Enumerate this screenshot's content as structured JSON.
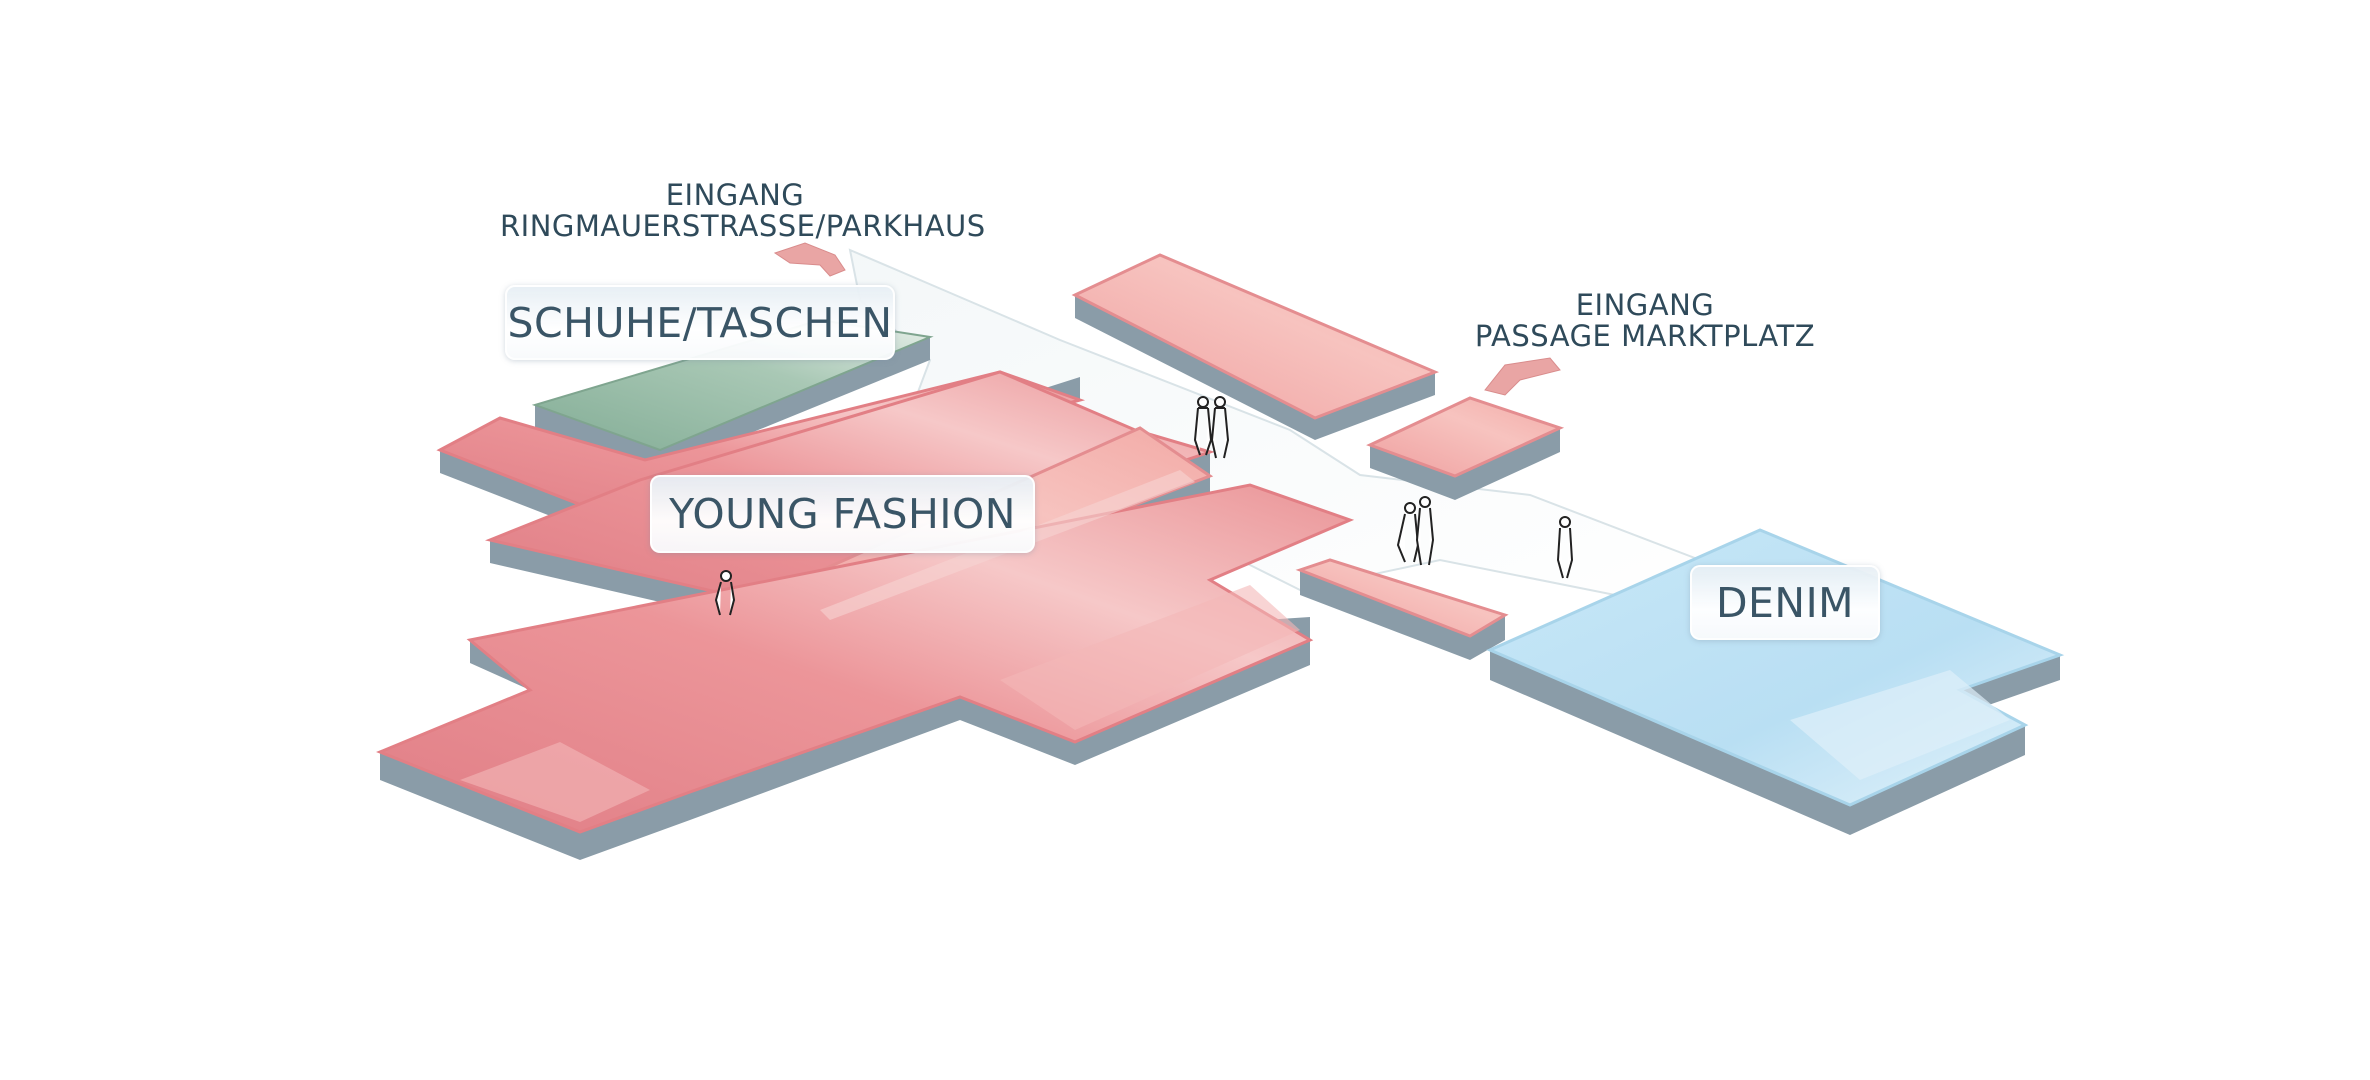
{
  "entrances": {
    "ringmauer": {
      "line1": "EINGANG",
      "line2": "RINGMAUERSTRASSE/PARKHAUS"
    },
    "passage": {
      "line1": "EINGANG",
      "line2": "PASSAGE MARKTPLATZ"
    }
  },
  "departments": {
    "shoes_bags": {
      "label": "SCHUHE/TASCHEN",
      "color": "#8fb7a0"
    },
    "young_fashion": {
      "label": "YOUNG FASHION",
      "color": "#e98e93"
    },
    "denim": {
      "label": "DENIM",
      "color": "#bfe2f4"
    }
  },
  "colors": {
    "floor_red": "#e98e93",
    "floor_green": "#8fb7a0",
    "floor_blue": "#bfe2f4",
    "slab_side": "#8a9ca8",
    "arrow": "#e9a5a4",
    "text": "#2f4a5a"
  }
}
